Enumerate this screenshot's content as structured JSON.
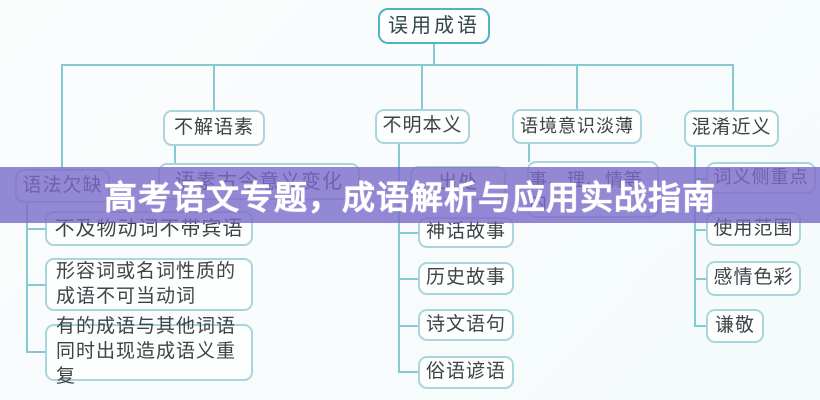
{
  "banner": {
    "title": "高考语文专题，成语解析与应用实战指南",
    "bg_color": "#7a6ac9",
    "text_color": "#ffffff"
  },
  "diagram": {
    "root": {
      "label": "误用成语"
    },
    "branches": [
      {
        "label": "语法欠缺",
        "children": [
          "不及物动词不带宾语",
          "形容词或名词性质的成语不可当动词",
          "有的成语与其他词语同时出现造成语义重复"
        ]
      },
      {
        "label": "不解语素",
        "children": [
          "语素古今意义变化"
        ]
      },
      {
        "label": "不明本义",
        "children": [
          "出处",
          "神话故事",
          "历史故事",
          "诗文语句",
          "俗语谚语"
        ]
      },
      {
        "label": "语境意识淡薄",
        "children": [
          "事、理、情等内"
        ]
      },
      {
        "label": "混淆近义",
        "children": [
          "词义侧重点",
          "使用范围",
          "感情色彩",
          "谦敬"
        ]
      }
    ],
    "colors": {
      "box_border": "#a9d6dd",
      "root_border": "#4fb3c1",
      "connector_line": "#85c9d2",
      "box_text": "#3f4347",
      "background": "#fbfdfd"
    }
  }
}
